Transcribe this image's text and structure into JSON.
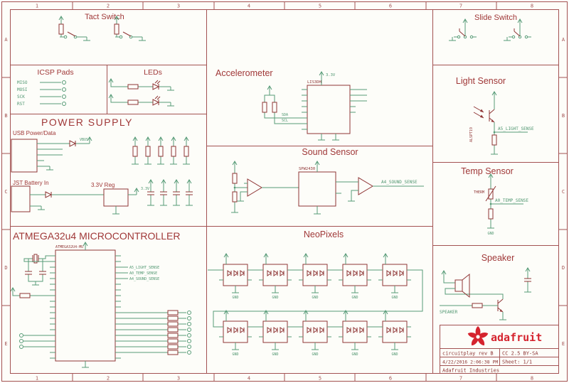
{
  "grid": {
    "cols": [
      "1",
      "2",
      "3",
      "4",
      "5",
      "6",
      "7",
      "8"
    ],
    "rows": [
      "A",
      "B",
      "C",
      "D",
      "E"
    ]
  },
  "sections": {
    "tact_switch": {
      "title": "Tact Switch"
    },
    "slide_switch": {
      "title": "Slide Switch"
    },
    "icsp": {
      "title": "ICSP Pads",
      "pads": [
        "MISO",
        "MOSI",
        "SCK",
        "RST"
      ]
    },
    "leds": {
      "title": "LEDs"
    },
    "accelerometer": {
      "title": "Accelerometer",
      "part": "LIS3DH",
      "sda": "SDA",
      "scl": "SCL"
    },
    "power": {
      "title": "POWER SUPPLY",
      "usb_label": "USB Power/Data",
      "jst_label": "JST Battery In",
      "reg_label": "3.3V Reg"
    },
    "sound": {
      "title": "Sound Sensor",
      "part": "SPW2430",
      "net": "A4_SOUND_SENSE"
    },
    "mcu": {
      "title": "ATMEGA32u4 MICROCONTROLLER",
      "part": "ATMEGA32U4-MU"
    },
    "neopixels": {
      "title": "NeoPixels"
    },
    "light": {
      "title": "Light Sensor",
      "part": "ALSPT19",
      "net": "A5_LIGHT_SENSE"
    },
    "temp": {
      "title": "Temp Sensor",
      "part": "THERM",
      "net": "A0_TEMP_SENSE"
    },
    "speaker": {
      "title": "Speaker",
      "net": "SPEAKER"
    }
  },
  "nets": {
    "gnd": "GND",
    "v33": "3.3V",
    "vbus": "VBUS"
  },
  "titleblock": {
    "logo_text": "adafruit",
    "doc_title": "circuitplay rev B",
    "license": "CC 2.5 BY-SA",
    "date": "4/22/2016 2:06:38 PM",
    "sheet": "Sheet: 1/1",
    "company": "Adafruit Industries"
  }
}
